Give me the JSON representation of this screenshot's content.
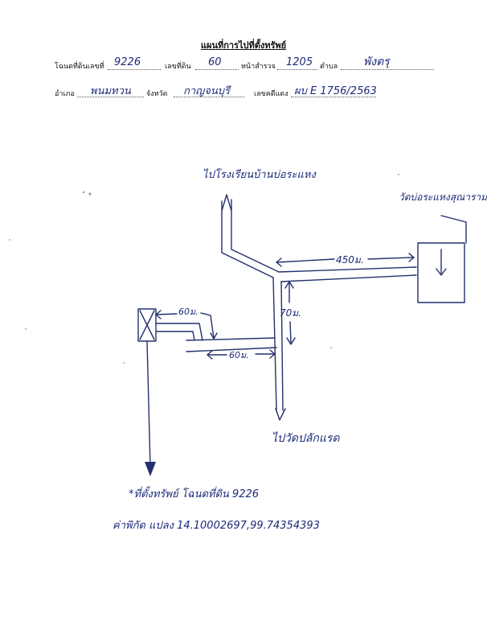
{
  "header": {
    "title": "แผนที่การไปที่ตั้งทรัพย์",
    "row1": {
      "deed_label": "โฉนดที่ดินเลขที่",
      "deed_value": "9226",
      "land_no_label": "เลขที่ดิน",
      "land_no_value": "60",
      "survey_label": "หน้าสำรวจ",
      "survey_value": "1205",
      "subdistrict_label": "ตำบล",
      "subdistrict_value": "พังตรุ"
    },
    "row2": {
      "district_label": "อำเภอ",
      "district_value": "พนมทวน",
      "province_label": "จังหวัด",
      "province_value": "กาญจนบุรี",
      "case_label": "เลขคดีแดง",
      "case_value": "ผบ E 1756/2563"
    }
  },
  "map": {
    "north_road_label": "ไปโรงเรียนบ้านบ่อระแหง",
    "temple_label": "วัดบ่อระแหงสุณาราม",
    "dist_450": "450ม.",
    "dist_70": "70ม.",
    "dist_60_top": "60ม.",
    "dist_60_bottom": "60ม.",
    "south_road_label": "ไปวัดปลักแรด"
  },
  "notes": {
    "property_location": "*ที่ตั้งทรัพย์ โฉนดที่ดิน 9226",
    "coordinates": "ค่าพิกัด แปลง 14.10002697,99.74354393"
  }
}
